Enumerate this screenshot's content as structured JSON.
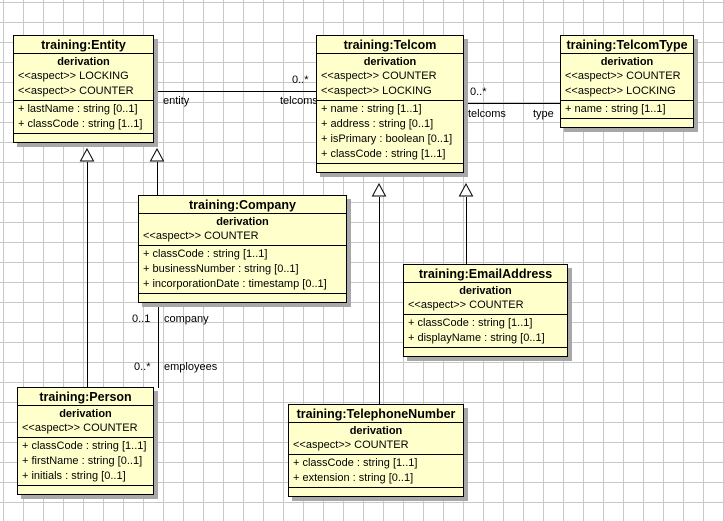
{
  "canvas": {
    "background": "#ffffff",
    "grid_line_color": "#c8c8c8"
  },
  "colors": {
    "class_fill": "#ffffcc",
    "class_border": "#000000",
    "shadow": "#a8a8a8"
  },
  "classes": {
    "entity": {
      "title": "training:Entity",
      "subtitle": "derivation",
      "stereotypes": [
        "<<aspect>> LOCKING",
        "<<aspect>> COUNTER"
      ],
      "attributes": [
        "+ lastName : string [0..1]",
        "+ classCode : string [1..1]"
      ]
    },
    "telcom": {
      "title": "training:Telcom",
      "subtitle": "derivation",
      "stereotypes": [
        "<<aspect>> COUNTER",
        "<<aspect>> LOCKING"
      ],
      "attributes": [
        "+ name : string [1..1]",
        "+ address : string [0..1]",
        "+ isPrimary : boolean [0..1]",
        "+ classCode : string [1..1]"
      ]
    },
    "telcom_type": {
      "title": "training:TelcomType",
      "subtitle": "derivation",
      "stereotypes": [
        "<<aspect>> COUNTER",
        "<<aspect>> LOCKING"
      ],
      "attributes": [
        "+ name : string [1..1]"
      ]
    },
    "company": {
      "title": "training:Company",
      "subtitle": "derivation",
      "stereotypes": [
        "<<aspect>> COUNTER"
      ],
      "attributes": [
        "+ classCode : string [1..1]",
        "+ businessNumber : string [0..1]",
        "+ incorporationDate : timestamp [0..1]"
      ]
    },
    "email_address": {
      "title": "training:EmailAddress",
      "subtitle": "derivation",
      "stereotypes": [
        "<<aspect>> COUNTER"
      ],
      "attributes": [
        "+ classCode : string [1..1]",
        "+ displayName : string [0..1]"
      ]
    },
    "person": {
      "title": "training:Person",
      "subtitle": "derivation",
      "stereotypes": [
        "<<aspect>> COUNTER"
      ],
      "attributes": [
        "+ classCode : string [1..1]",
        "+ firstName : string [0..1]",
        "+ initials : string [0..1]"
      ]
    },
    "telephone_number": {
      "title": "training:TelephoneNumber",
      "subtitle": "derivation",
      "stereotypes": [
        "<<aspect>> COUNTER"
      ],
      "attributes": [
        "+ classCode : string [1..1]",
        "+ extension : string [0..1]"
      ]
    }
  },
  "edge_labels": {
    "entity_role": "entity",
    "entity_telcoms_role": "telcoms",
    "entity_telcoms_mult": "0..*",
    "type_telcoms_mult": "0..*",
    "type_telcoms_role": "telcoms",
    "type_role": "type",
    "company_mult": "0..1",
    "company_role": "company",
    "employees_mult": "0..*",
    "employees_role": "employees"
  }
}
